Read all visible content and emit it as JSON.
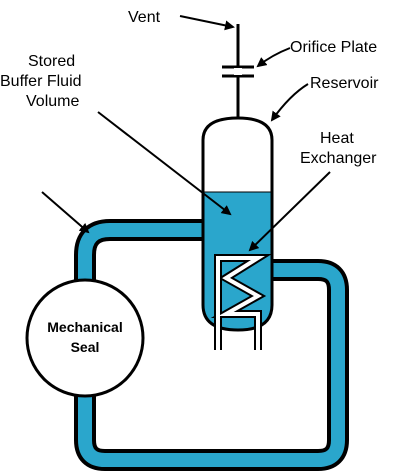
{
  "labels": {
    "vent": "Vent",
    "orifice_plate": "Orifice Plate",
    "reservoir": "Reservoir",
    "stored_buffer_line1": "Stored",
    "stored_buffer_line2": "Buffer Fluid",
    "stored_buffer_line3": "Volume",
    "heat_exchanger_line1": "Heat",
    "heat_exchanger_line2": "Exchanger",
    "mechanical_seal_line1": "Mechanical",
    "mechanical_seal_line2": "Seal"
  },
  "colors": {
    "fluid": "#2aa6cc",
    "outline": "#000000",
    "background": "#ffffff"
  }
}
